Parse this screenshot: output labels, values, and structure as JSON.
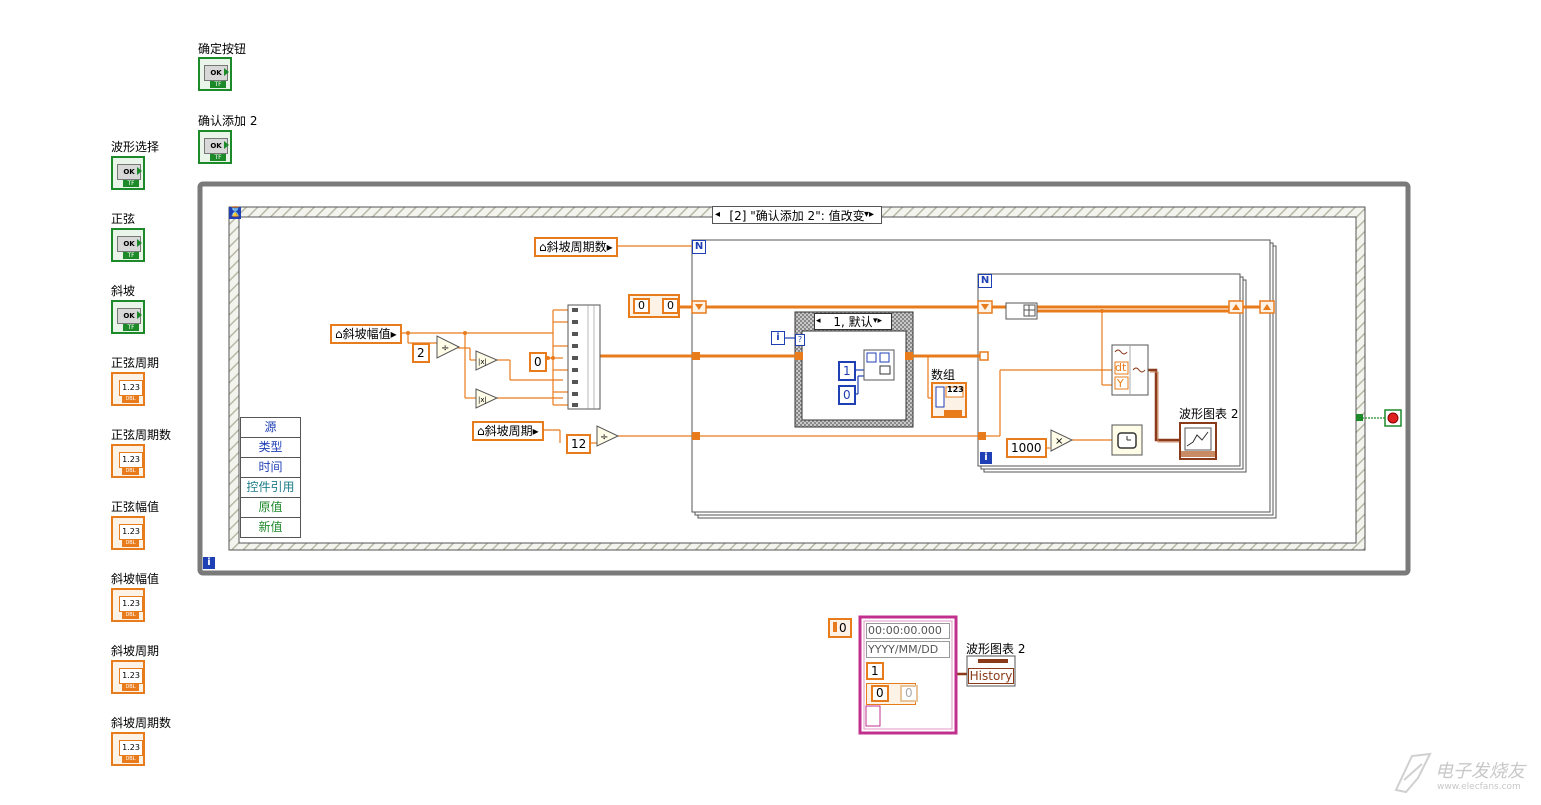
{
  "front_controls": [
    {
      "label": "确定按钮",
      "type": "boolean",
      "button_text": "OK",
      "tag": "TF"
    },
    {
      "label": "确认添加 2",
      "type": "boolean",
      "button_text": "OK",
      "tag": "TF"
    },
    {
      "label": "波形选择",
      "type": "boolean",
      "button_text": "OK",
      "tag": "TF"
    },
    {
      "label": "正弦",
      "type": "boolean",
      "button_text": "OK",
      "tag": "TF"
    },
    {
      "label": "斜坡",
      "type": "boolean",
      "button_text": "OK",
      "tag": "TF"
    },
    {
      "label": "正弦周期",
      "type": "numeric",
      "value": "1.23",
      "tag": "DBL"
    },
    {
      "label": "正弦周期数",
      "type": "numeric",
      "value": "1.23",
      "tag": "DBL"
    },
    {
      "label": "正弦幅值",
      "type": "numeric",
      "value": "1.23",
      "tag": "DBL"
    },
    {
      "label": "斜坡幅值",
      "type": "numeric",
      "value": "1.23",
      "tag": "DBL"
    },
    {
      "label": "斜坡周期",
      "type": "numeric",
      "value": "1.23",
      "tag": "DBL"
    },
    {
      "label": "斜坡周期数",
      "type": "numeric",
      "value": "1.23",
      "tag": "DBL"
    }
  ],
  "event_case": {
    "selector": "[2] \"确认添加 2\": 值改变",
    "event_data": [
      "源",
      "类型",
      "时间",
      "控件引用",
      "原值",
      "新值"
    ]
  },
  "while_loop": {
    "iteration_terminal": "i"
  },
  "local_vars": {
    "ramp_cycles": "斜坡周期数",
    "ramp_amplitude": "斜坡幅值",
    "ramp_period": "斜坡周期"
  },
  "constants": {
    "two": "2",
    "zero_mid": "0",
    "twelve": "12",
    "outer_zero_a": "0",
    "outer_zero_b": "0",
    "one": "1",
    "zero_blue": "0",
    "thousand": "1000",
    "bottom_zero": "0"
  },
  "for_loops": {
    "count_terminal": "N",
    "iteration_terminal": "i"
  },
  "case_structure": {
    "selector": "1, 默认"
  },
  "labels": {
    "array": "数组",
    "array_tag": "123",
    "chart_inner": "波形图表 2",
    "chart_bottom": "波形图表 2",
    "waveform_dt": "dt",
    "waveform_y": "Y",
    "history": "History"
  },
  "bottom_cluster": {
    "time": "00:00:00.000",
    "date": "YYYY/MM/DD",
    "dt_value": "1",
    "y_index": "0",
    "y_value": "0"
  },
  "watermark": "电子发烧友",
  "watermark_url": "www.elecfans.com",
  "colors": {
    "wire_orange": "#e87b1c",
    "wire_blue": "#1f3fb5",
    "boolean_green": "#1d8a2a",
    "waveform_brown": "#8b3b1a",
    "cluster_pink": "#c0308c"
  }
}
